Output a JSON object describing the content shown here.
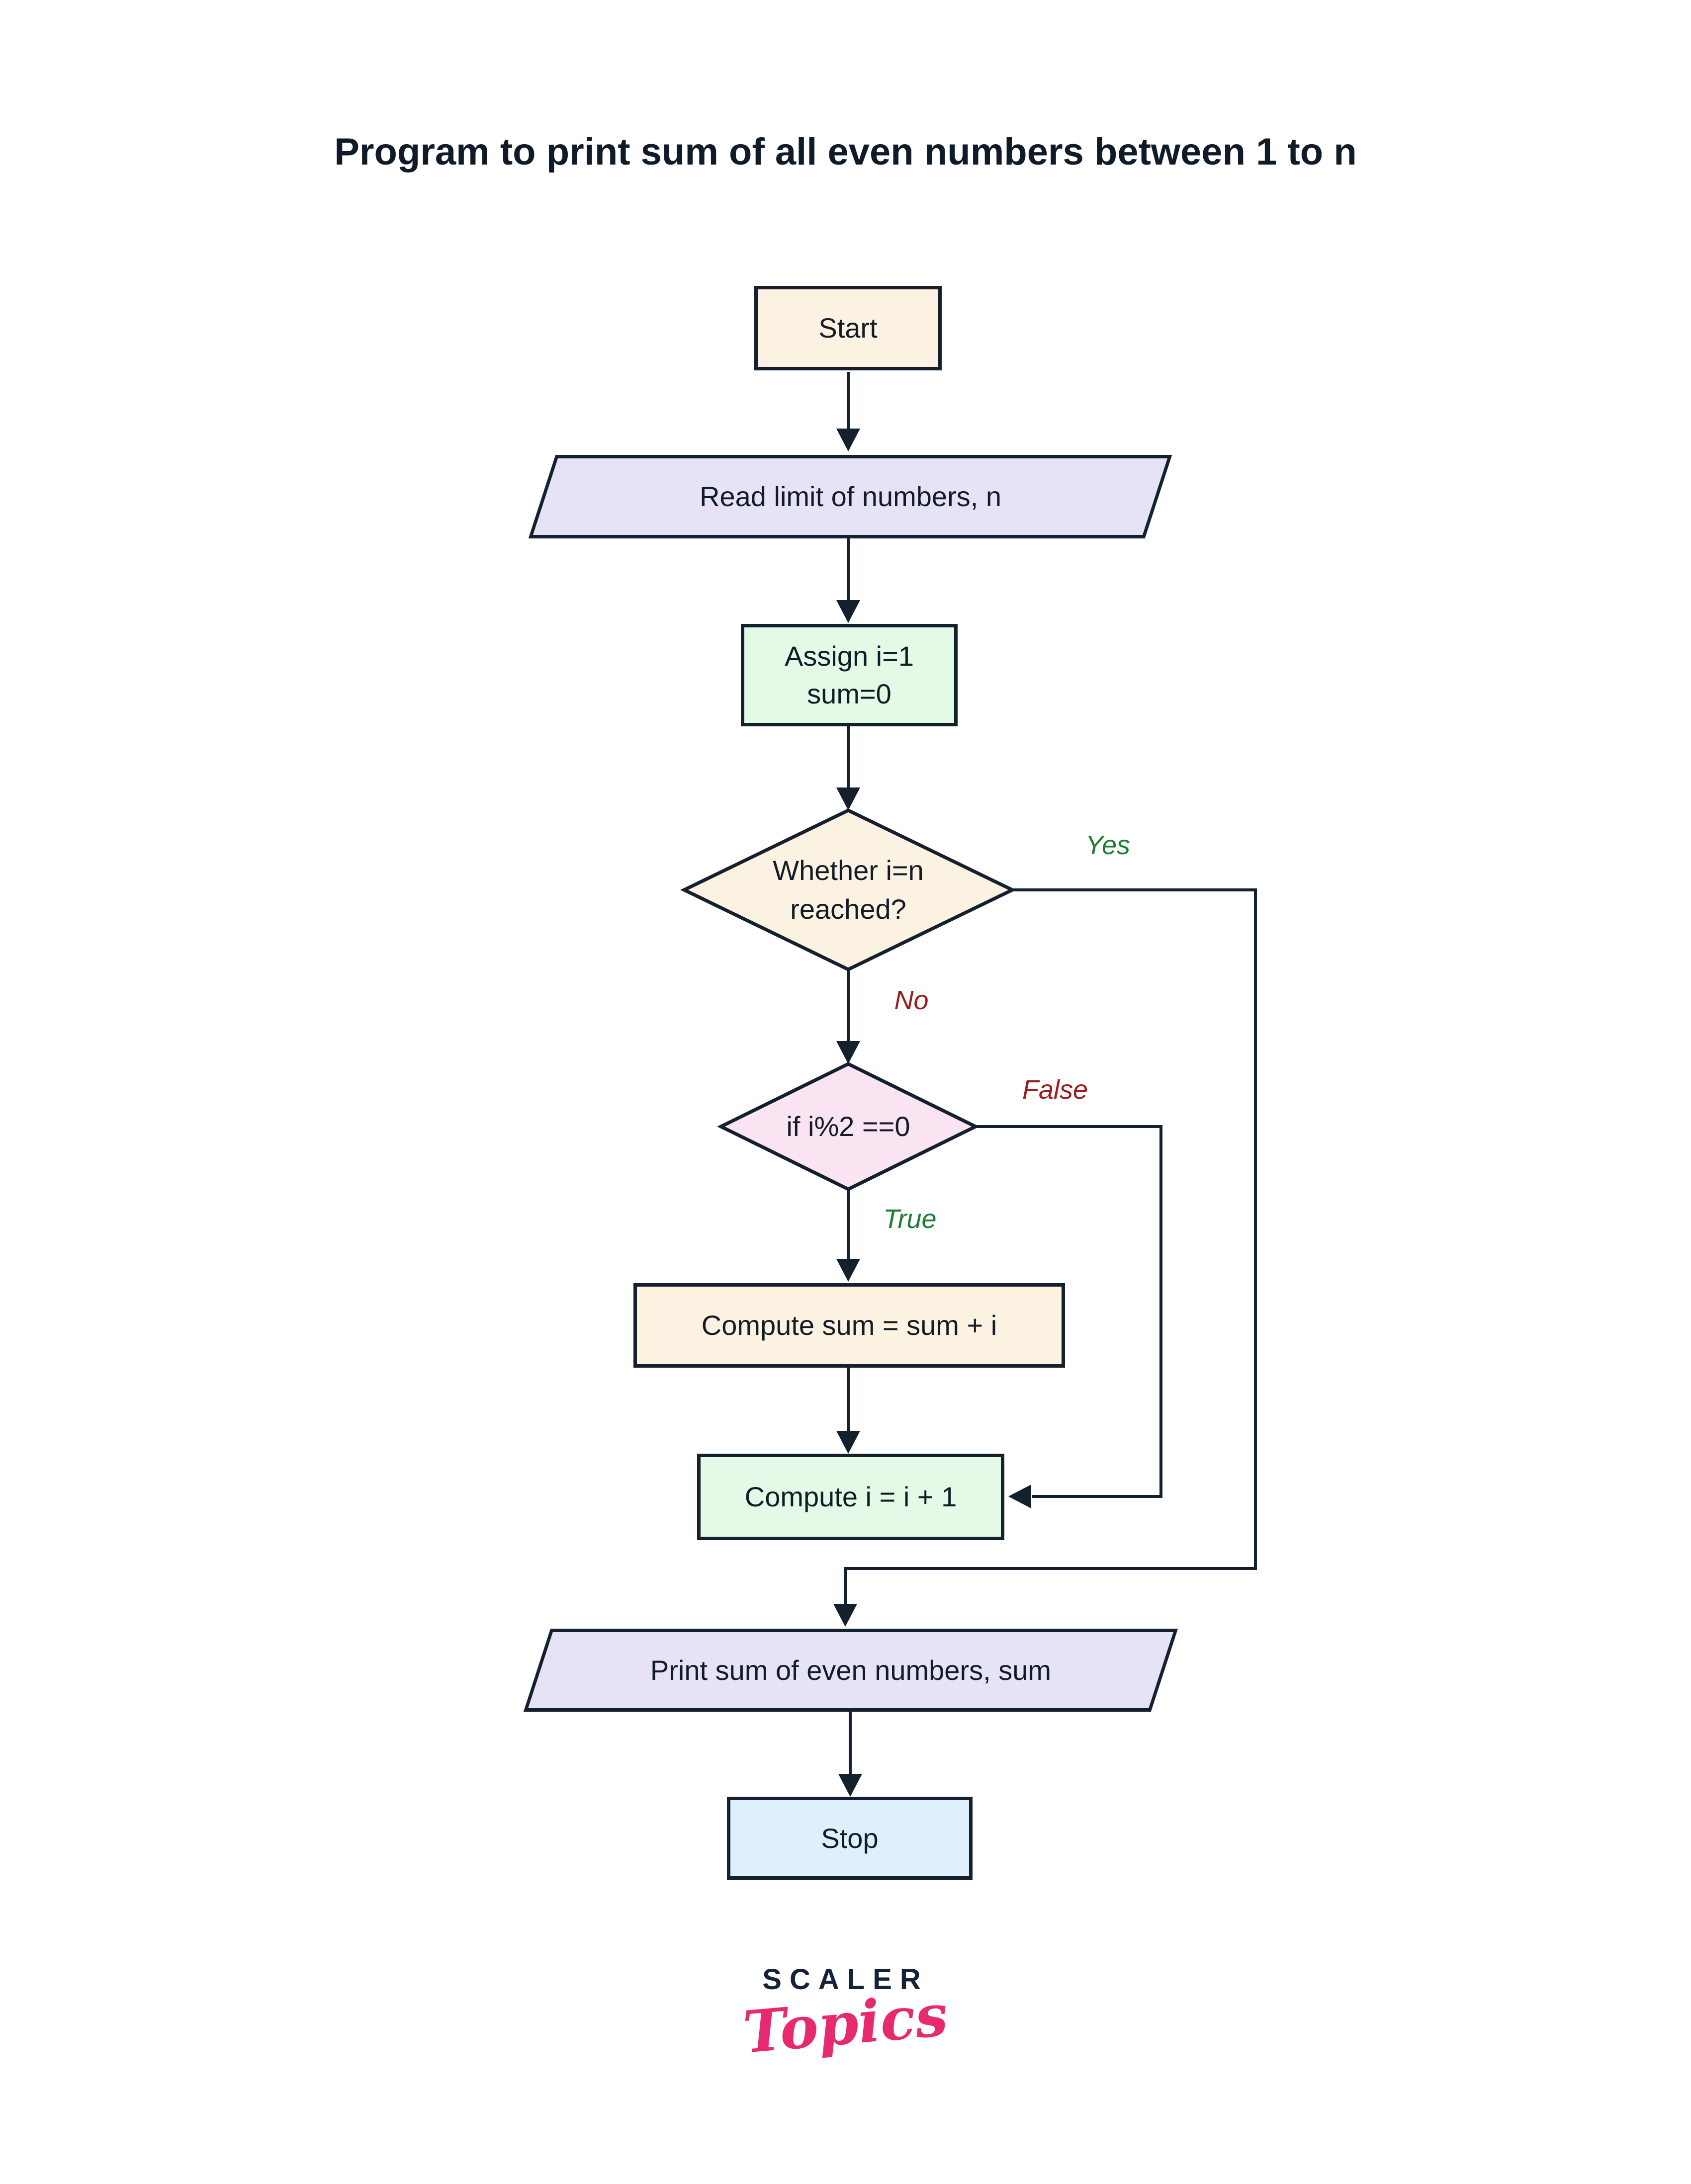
{
  "title": "Program to print sum of all even numbers between 1 to n",
  "flowchart": {
    "nodes": {
      "start": {
        "type": "terminator",
        "label": "Start",
        "fill": "#FCF2E2"
      },
      "read": {
        "type": "input-output",
        "label": "Read limit of numbers, n",
        "fill": "#E6E3F7"
      },
      "assign": {
        "type": "process",
        "line1": "Assign i=1",
        "line2": "sum=0",
        "fill": "#E3FAE6"
      },
      "decision1": {
        "type": "decision",
        "line1": "Whether i=n",
        "line2": "reached?",
        "fill": "#FCF2E2"
      },
      "decision2": {
        "type": "decision",
        "label": "if i%2 ==0",
        "fill": "#FAE4F2"
      },
      "compute_sum": {
        "type": "process",
        "label": "Compute sum = sum + i",
        "fill": "#FCF2E2"
      },
      "compute_i": {
        "type": "process",
        "label": "Compute i = i + 1",
        "fill": "#E3FAE6"
      },
      "print": {
        "type": "input-output",
        "label": "Print sum of even numbers, sum",
        "fill": "#E6E3F7"
      },
      "stop": {
        "type": "terminator",
        "label": "Stop",
        "fill": "#DEF0FA"
      }
    },
    "edge_labels": {
      "yes": {
        "label": "Yes",
        "color": "#1E7C35"
      },
      "no": {
        "label": "No",
        "color": "#9C1D1D"
      },
      "true": {
        "label": "True",
        "color": "#1E7C35"
      },
      "false": {
        "label": "False",
        "color": "#9C1D1D"
      }
    },
    "line_color": "#14202E"
  },
  "logo": {
    "brand": "SCALER",
    "product": "Topics",
    "brand_color": "#152238",
    "product_color": "#E72A6F"
  }
}
